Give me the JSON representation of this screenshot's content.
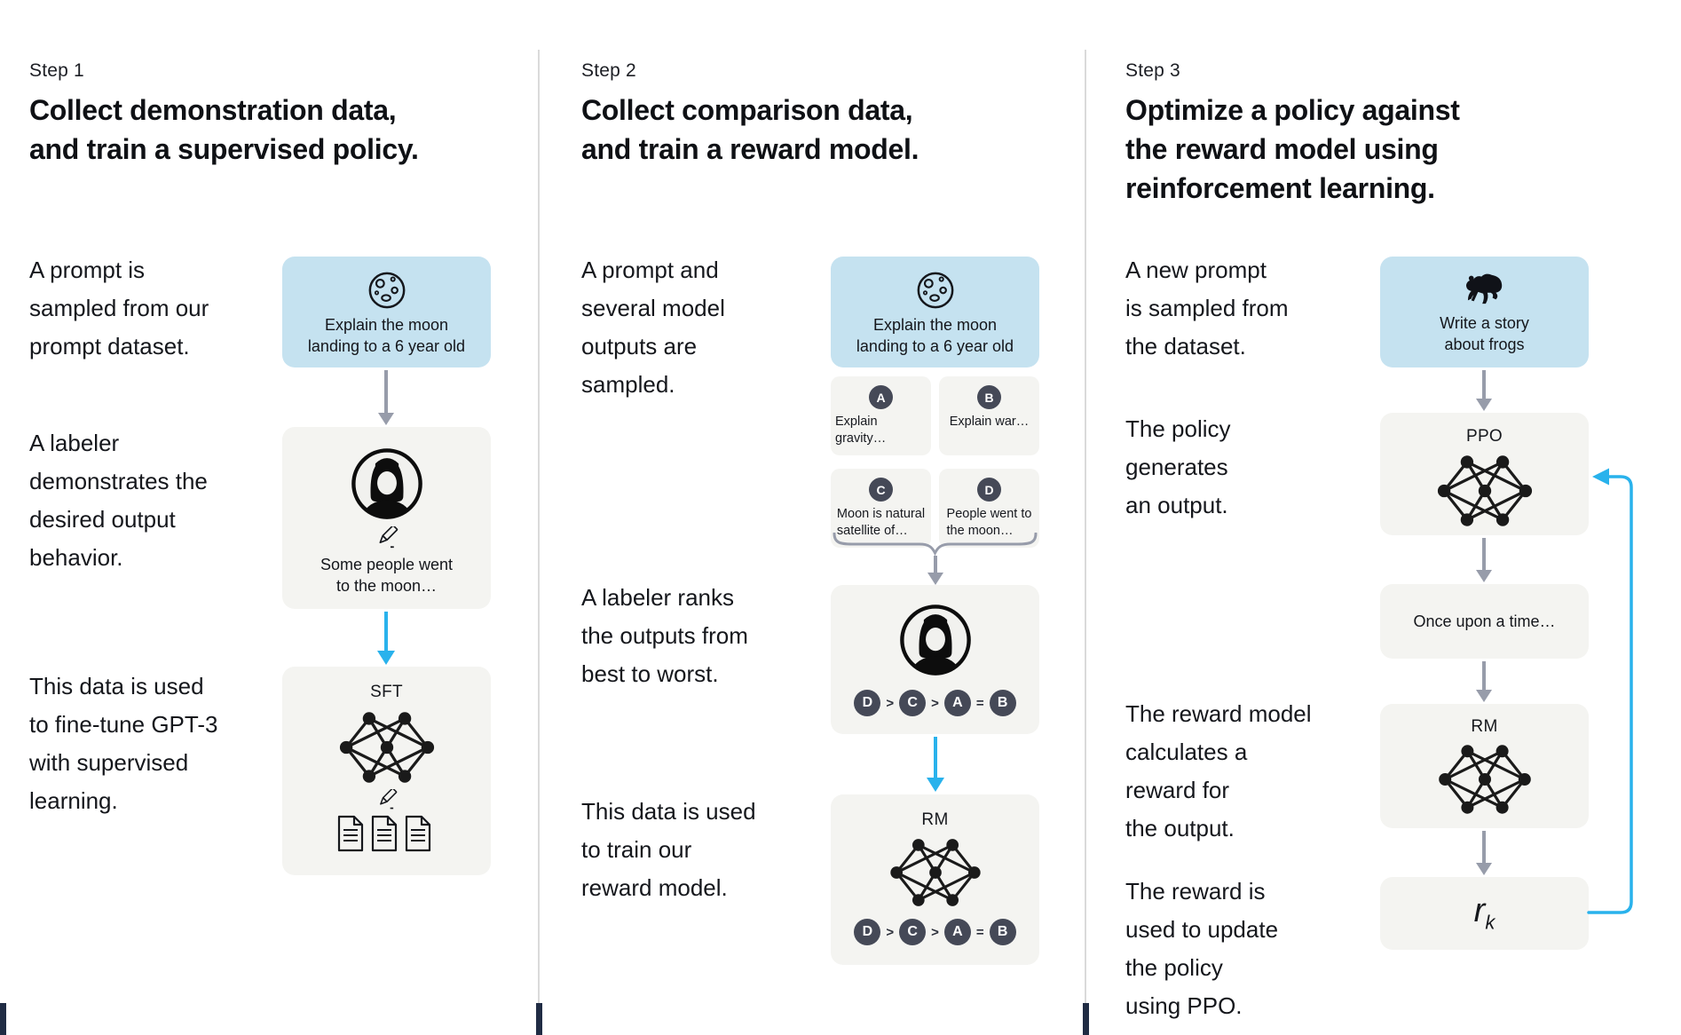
{
  "colors": {
    "background": "#ffffff",
    "prompt_box": "#c5e2f0",
    "model_box": "#f4f4f1",
    "badge": "#454957",
    "arrow_gray": "#979caa",
    "arrow_blue": "#29b2ec",
    "divider": "#dadada",
    "text": "#121419",
    "edge_marker": "#202c44"
  },
  "icons": [
    "moon-icon",
    "labeler-avatar-icon",
    "pencil-icon",
    "neural-network-icon",
    "documents-icon",
    "frog-icon",
    "underbrace",
    "down-arrow",
    "feedback-loop-arrow"
  ],
  "step1": {
    "label": "Step 1",
    "title": "Collect demonstration data,\nand train a supervised policy.",
    "texts": {
      "prompt": "A prompt is\nsampled from our\nprompt dataset.",
      "labeler": "A labeler\ndemonstrates the\ndesired output\nbehavior.",
      "finetune": "This data is used\nto fine-tune GPT-3\nwith supervised\nlearning."
    },
    "flow": {
      "prompt_text": "Explain the moon\nlanding to a 6 year old",
      "demo_text": "Some people went\nto the moon…",
      "model_label": "SFT"
    }
  },
  "step2": {
    "label": "Step 2",
    "title": "Collect comparison data,\nand train a reward model.",
    "texts": {
      "sampled": "A prompt and\nseveral model\noutputs are\nsampled.",
      "ranks": "A labeler ranks\nthe outputs from\nbest to worst.",
      "train": "This data is used\nto train our\nreward model."
    },
    "flow": {
      "prompt_text": "Explain the moon\nlanding to a 6 year old",
      "outputs": [
        {
          "letter": "A",
          "text": "Explain gravity…"
        },
        {
          "letter": "B",
          "text": "Explain war…"
        },
        {
          "letter": "C",
          "text": "Moon is natural\nsatellite of…"
        },
        {
          "letter": "D",
          "text": "People went to\nthe moon…"
        }
      ],
      "ranking": {
        "items": [
          "D",
          "C",
          "A",
          "B"
        ],
        "ops": [
          ">",
          ">",
          "="
        ]
      },
      "model_label": "RM"
    }
  },
  "step3": {
    "label": "Step 3",
    "title": "Optimize a policy against\nthe reward model using\nreinforcement learning.",
    "texts": {
      "new_prompt": "A new prompt\nis sampled from\nthe dataset.",
      "policy": "The policy\ngenerates\nan output.",
      "reward_calc": "The reward model\ncalculates a\nreward for\nthe output.",
      "reward_update": "The reward is\nused to update\nthe policy\nusing PPO."
    },
    "flow": {
      "prompt_text": "Write a story\nabout frogs",
      "ppo_label": "PPO",
      "output_text": "Once upon a time…",
      "rm_label": "RM",
      "reward_base": "r",
      "reward_sub": "k"
    }
  }
}
